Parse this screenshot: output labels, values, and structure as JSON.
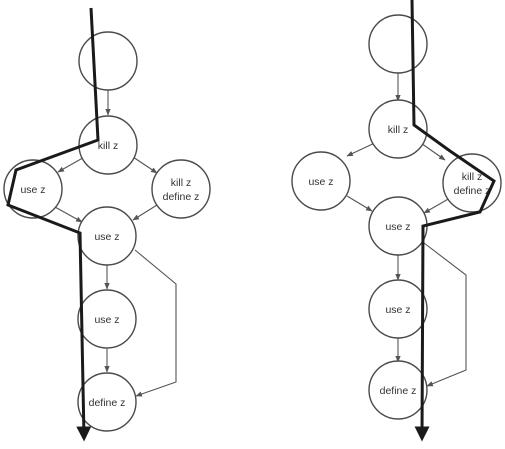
{
  "graphs": [
    {
      "nodes": {
        "entry": [],
        "kill": [
          "kill z"
        ],
        "use_left": [
          "use z"
        ],
        "kill_define": [
          "kill z",
          "define z"
        ],
        "use_mid": [
          "use z"
        ],
        "use_lower": [
          "use z"
        ],
        "define": [
          "define z"
        ]
      }
    },
    {
      "nodes": {
        "entry": [],
        "kill": [
          "kill z"
        ],
        "use_left": [
          "use z"
        ],
        "kill_define": [
          "kill z",
          "define z"
        ],
        "use_mid": [
          "use z"
        ],
        "use_lower": [
          "use z"
        ],
        "define": [
          "define z"
        ]
      }
    }
  ]
}
